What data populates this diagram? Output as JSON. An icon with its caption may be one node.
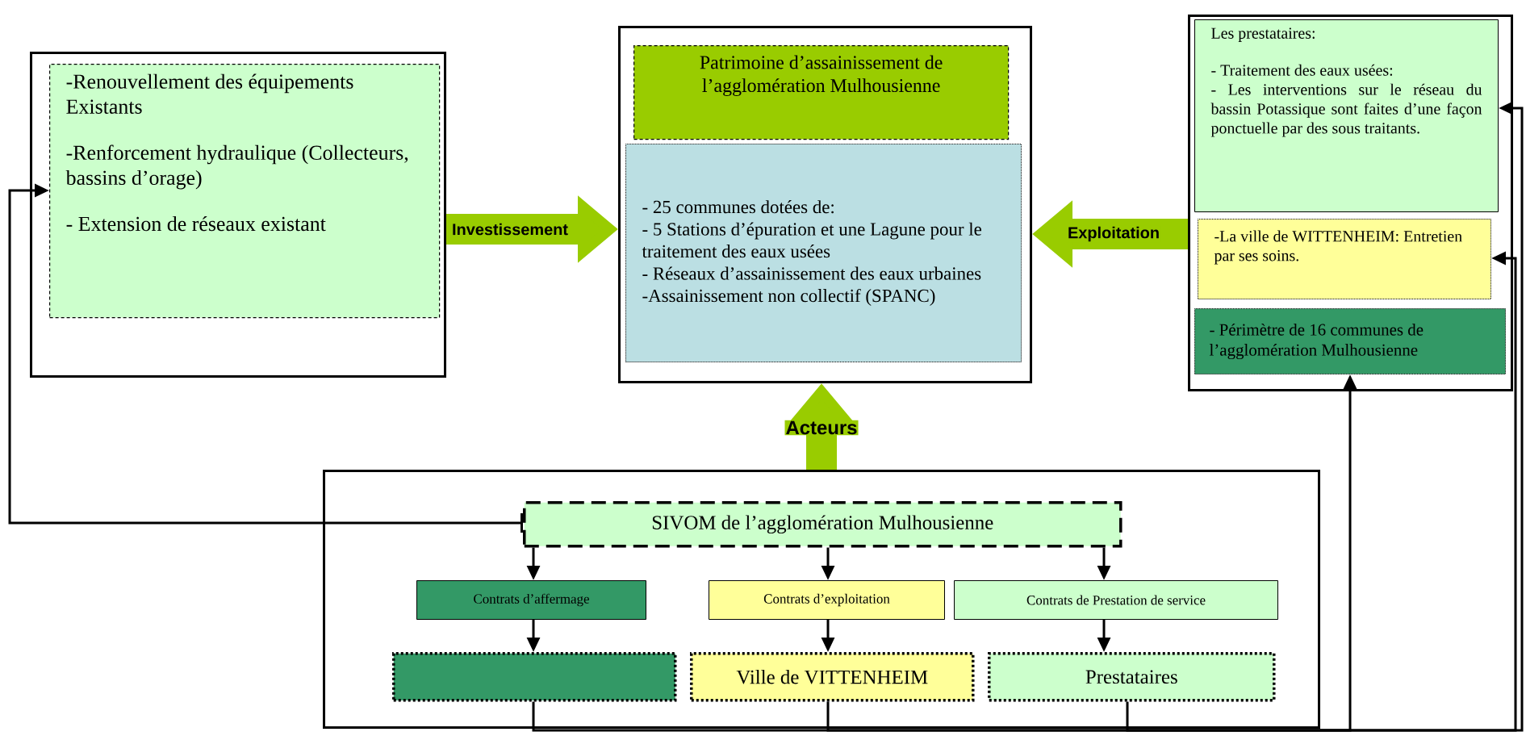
{
  "diagram": {
    "nodes": [
      {
        "text": [],
        "shape": "box"
      },
      {
        "text": [
          "-Renouvellement des équipements Existants",
          "-Renforcement hydraulique (Collecteurs, bassins d’orage)",
          "- Extension de réseaux existant"
        ],
        "in": 0
      },
      {
        "text": [],
        "shape": "box"
      },
      {
        "text": [
          "Patrimoine d’assainissement de l’agglomération Mulhousienne"
        ],
        "in": 2
      },
      {
        "text": [
          "- 25 communes dotées de:",
          "- 5 Stations d’épuration et une Lagune pour le traitement des eaux usées",
          "- Réseaux d’assainissement des eaux urbaines",
          "-Assainissement non collectif (SPANC)"
        ],
        "in": 2
      },
      {
        "text": [],
        "shape": "box"
      },
      {
        "text": [
          "Les prestataires:",
          "- Traitement des eaux usées:",
          "- Les interventions sur le réseau du bassin Potassique sont faites d’une façon ponctuelle par des sous traitants."
        ],
        "in": 5
      },
      {
        "text": [
          "-La ville de WITTENHEIM: Entretien par ses soins."
        ],
        "in": 5
      },
      {
        "text": [
          "- Périmètre de 16 communes de l’agglomération Mulhousienne"
        ],
        "in": 5
      },
      {
        "text": [],
        "shape": "box"
      },
      {
        "text": [
          "SIVOM de l’agglomération Mulhousienne"
        ],
        "in": 9
      },
      {
        "text": [
          "Contrats d’affermage"
        ],
        "in": 9
      },
      {
        "text": [
          "Contrats d’exploitation"
        ],
        "in": 9
      },
      {
        "text": [
          "Contrats de Prestation de service"
        ],
        "in": 9
      },
      {
        "text": [],
        "shape": "box",
        "in": 9
      },
      {
        "text": [
          "Ville de VITTENHEIM"
        ],
        "in": 9
      },
      {
        "text": [
          "Prestataires"
        ],
        "in": 9
      }
    ],
    "edges": [
      {
        "from": 0,
        "to": 2,
        "arrow": "to",
        "label": "Investissement",
        "style": "thick",
        "color": "#99cc00"
      },
      {
        "from": 5,
        "to": 2,
        "arrow": "to",
        "label": "Exploitation",
        "style": "thick",
        "color": "#99cc00"
      },
      {
        "from": 9,
        "to": 2,
        "arrow": "to",
        "label": "Acteurs",
        "style": "thick",
        "color": "#99cc00"
      },
      {
        "from": 10,
        "to": 1,
        "arrow": "to"
      },
      {
        "from": 10,
        "to": 11,
        "arrow": "to"
      },
      {
        "from": 10,
        "to": 12,
        "arrow": "to"
      },
      {
        "from": 10,
        "to": 13,
        "arrow": "to"
      },
      {
        "from": 11,
        "to": 14,
        "arrow": "to"
      },
      {
        "from": 12,
        "to": 15,
        "arrow": "to"
      },
      {
        "from": 13,
        "to": 16,
        "arrow": "to"
      },
      {
        "from": 14,
        "to": 8,
        "arrow": "to"
      },
      {
        "from": 15,
        "to": 7,
        "arrow": "to"
      },
      {
        "from": 16,
        "to": 6,
        "arrow": "to"
      }
    ]
  }
}
